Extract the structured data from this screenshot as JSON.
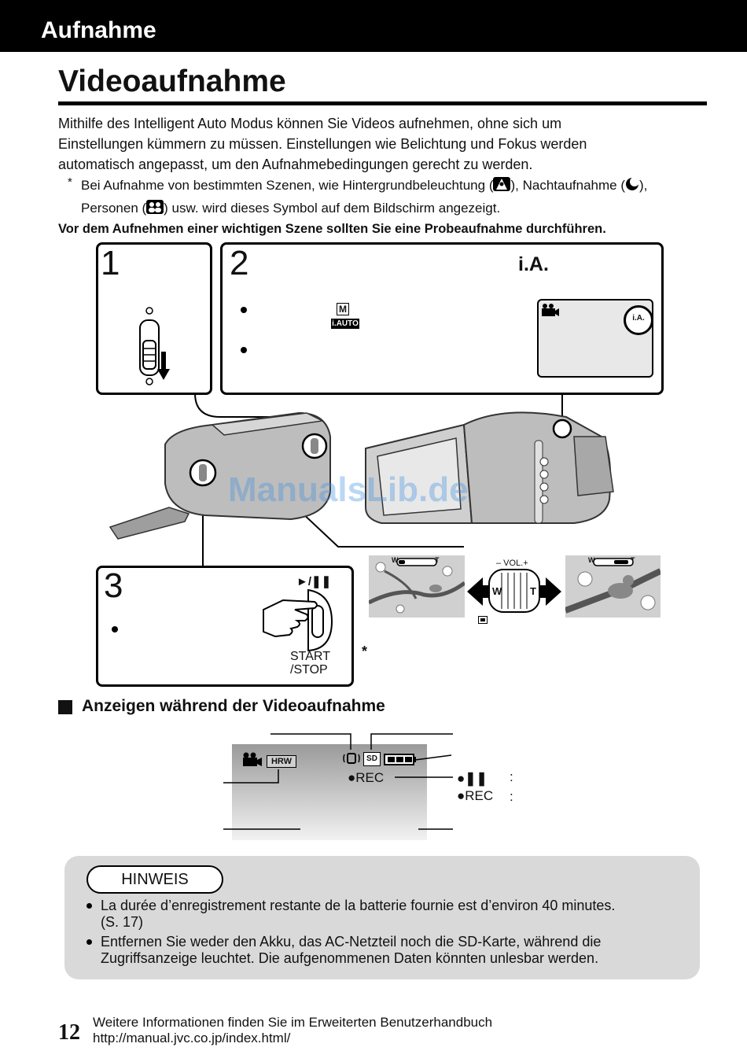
{
  "header": {
    "section": "Aufnahme"
  },
  "page_title": "Videoaufnahme",
  "intro": {
    "line1": "Mithilfe des Intelligent Auto Modus können Sie Videos aufnehmen, ohne sich um",
    "line2": "Einstellungen kümmern zu müssen. Einstellungen wie Belichtung und Fokus werden",
    "line3": "automatisch angepasst, um den Aufnahmebedingungen gerecht zu werden.",
    "note_mark": "*",
    "note_a": "Bei Aufnahme von bestimmten Szenen, wie Hintergrundbeleuchtung (",
    "note_b": "), Nachtaufnahme (",
    "note_c": "),",
    "note_d": "Personen (",
    "note_e": ") usw. wird dieses Symbol auf dem Bildschirm angezeigt.",
    "warning": "Vor dem Aufnehmen einer wichtigen Szene sollten Sie eine Probeaufnahme durchführen."
  },
  "steps": {
    "s1": "1",
    "s2": "2",
    "s3": "3",
    "ia_label": "i.A.",
    "m_label": "M",
    "iauto_label": "i.AUTO",
    "lcd_ia": "i.A.",
    "play_pause": "►/❚❚",
    "start": "START",
    "stop": "/STOP"
  },
  "zoom": {
    "vol": "– VOL.+",
    "w": "W",
    "t": "T",
    "w_small": "W",
    "t_small": "T",
    "asterisk": "*"
  },
  "watermark": "ManualsLib.de",
  "section": {
    "title": "Anzeigen während der Videoaufnahme"
  },
  "screen": {
    "hrw": "HRW",
    "sd": "SD",
    "rec": "●REC",
    "legend_pause": "●❚❚",
    "legend_rec": "●REC",
    "colon": ":"
  },
  "hinweis": {
    "label": "HINWEIS",
    "item1_l1": "La durée d’enregistrement restante de la batterie fournie est d’environ 40 minutes.",
    "item1_l2": "(S. 17)",
    "item2_l1": "Entfernen Sie weder den Akku, das AC-Netzteil noch die SD-Karte, während die",
    "item2_l2": "Zugriffsanzeige leuchtet. Die aufgenommenen Daten könnten unlesbar werden."
  },
  "footer": {
    "page": "12",
    "line1": "Weitere Informationen finden Sie im Erweiterten Benutzerhandbuch",
    "line2": "http://manual.jvc.co.jp/index.html/"
  }
}
